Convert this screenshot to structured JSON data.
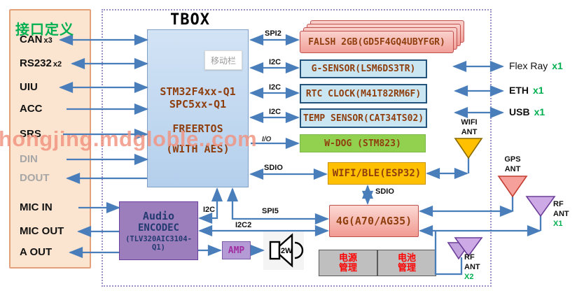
{
  "interface_panel": {
    "title": "接口定义",
    "items": [
      {
        "label": "CAN",
        "suffix": "x3"
      },
      {
        "label": "RS232",
        "suffix": "x2"
      },
      {
        "label": "UIU",
        "suffix": ""
      },
      {
        "label": "ACC",
        "suffix": ""
      },
      {
        "label": "SRS",
        "suffix": ""
      },
      {
        "label": "DIN",
        "suffix": ""
      },
      {
        "label": "DOUT",
        "suffix": ""
      },
      {
        "label": "MIC IN",
        "suffix": ""
      },
      {
        "label": "MIC OUT",
        "suffix": ""
      },
      {
        "label": "A OUT",
        "suffix": ""
      }
    ]
  },
  "tbox": {
    "title": "TBOX",
    "mcu": {
      "line1": "STM32F4xx-Q1",
      "line2": "SPC5xx-Q1",
      "line3": "FREERTOS",
      "line4": "(WITH AES)",
      "overlay_label": "移动栏"
    },
    "flash": {
      "label": "FALSH 2GB(GD5F4GQ4UBYFGR)"
    },
    "g_sensor": {
      "label": "G-SENSOR(LSM6DS3TR)"
    },
    "rtc_clock": {
      "label": "RTC CLOCK(M41T82RM6F)"
    },
    "temp_sensor": {
      "label": "TEMP SENSOR(CAT34TS02)"
    },
    "watchdog": {
      "label": "W-DOG (STM823)"
    },
    "wifi_ble": {
      "label": "WIFI/BLE(ESP32)"
    },
    "modem_4g": {
      "label": "4G(A70/AG35)"
    },
    "power_mgmt": {
      "line1": "电源",
      "line2": "管理"
    },
    "battery_mgmt": {
      "line1": "电池",
      "line2": "管理"
    },
    "audio_codec": {
      "line1": "Audio",
      "line2": "ENCODEC",
      "line3": "(TLV320AIC3104-Q1)"
    },
    "amp": {
      "label": "AMP"
    },
    "speaker": {
      "label": "2W"
    }
  },
  "bus_labels": {
    "spi2": "SPI2",
    "i2c_gsensor": "I2C",
    "i2c_rtc": "I2C",
    "i2c_temp": "I2C",
    "io_wdog": "I/O",
    "sdio_wifi": "SDIO",
    "sdio_4g": "SDIO",
    "i2c_audio": "I2C",
    "spi5": "SPI5",
    "i2c2": "I2C2"
  },
  "external_ports": {
    "flex_ray": {
      "label": "Flex Ray",
      "count": "x1"
    },
    "eth": {
      "label": "ETH",
      "count": "x1"
    },
    "usb": {
      "label": "USB",
      "count": "x1"
    }
  },
  "antennas": {
    "wifi": {
      "line1": "WIFI",
      "line2": "ANT"
    },
    "gps": {
      "line1": "GPS",
      "line2": "ANT"
    },
    "rf_x1": {
      "line1": "RF",
      "line2": "ANT",
      "count": "X1"
    },
    "rf_x2": {
      "line1": "RF",
      "line2": "ANT",
      "count": "X2"
    }
  },
  "watermark": {
    "text": "hongjing.mdgloble..com"
  },
  "colors": {
    "accent_green": "#00B050",
    "wire_blue": "#4A7EBB",
    "watermark": "#F2937F",
    "panel_bg": "#FBE5D0",
    "box_text_brown": "#8F3E0E",
    "alert_red": "#FF0000"
  }
}
